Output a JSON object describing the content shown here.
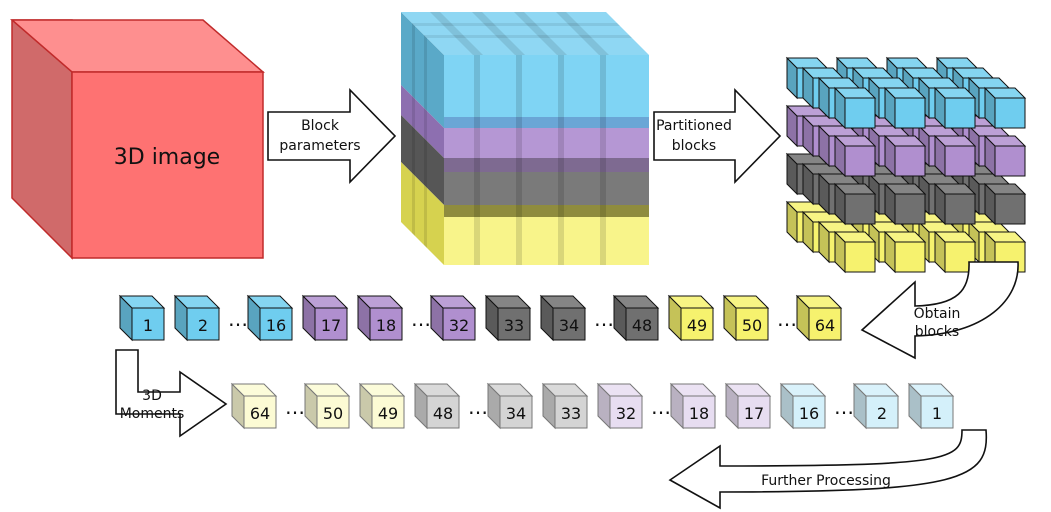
{
  "main_image": {
    "label": "3D image"
  },
  "arrows": {
    "block_parameters": [
      "Block",
      "parameters"
    ],
    "partitioned_blocks": [
      "Partitioned",
      "blocks"
    ],
    "obtain_blocks": [
      "Obtain",
      "blocks"
    ],
    "moments_3d": [
      "3D",
      "Moments"
    ],
    "further_processing": "Further Processing"
  },
  "layer_colors": {
    "blue": "#6fcdef",
    "purple": "#b08fcf",
    "gray": "#707070",
    "yellow": "#f6f26e",
    "red": "#fe7272"
  },
  "row1": [
    "1",
    "2",
    "…",
    "16",
    "17",
    "18",
    "…",
    "32",
    "33",
    "34",
    "…",
    "48",
    "49",
    "50",
    "…",
    "64"
  ],
  "row2": [
    "64",
    "…",
    "50",
    "49",
    "48",
    "…",
    "34",
    "33",
    "32",
    "…",
    "18",
    "17",
    "16",
    "…",
    "2",
    "1"
  ]
}
